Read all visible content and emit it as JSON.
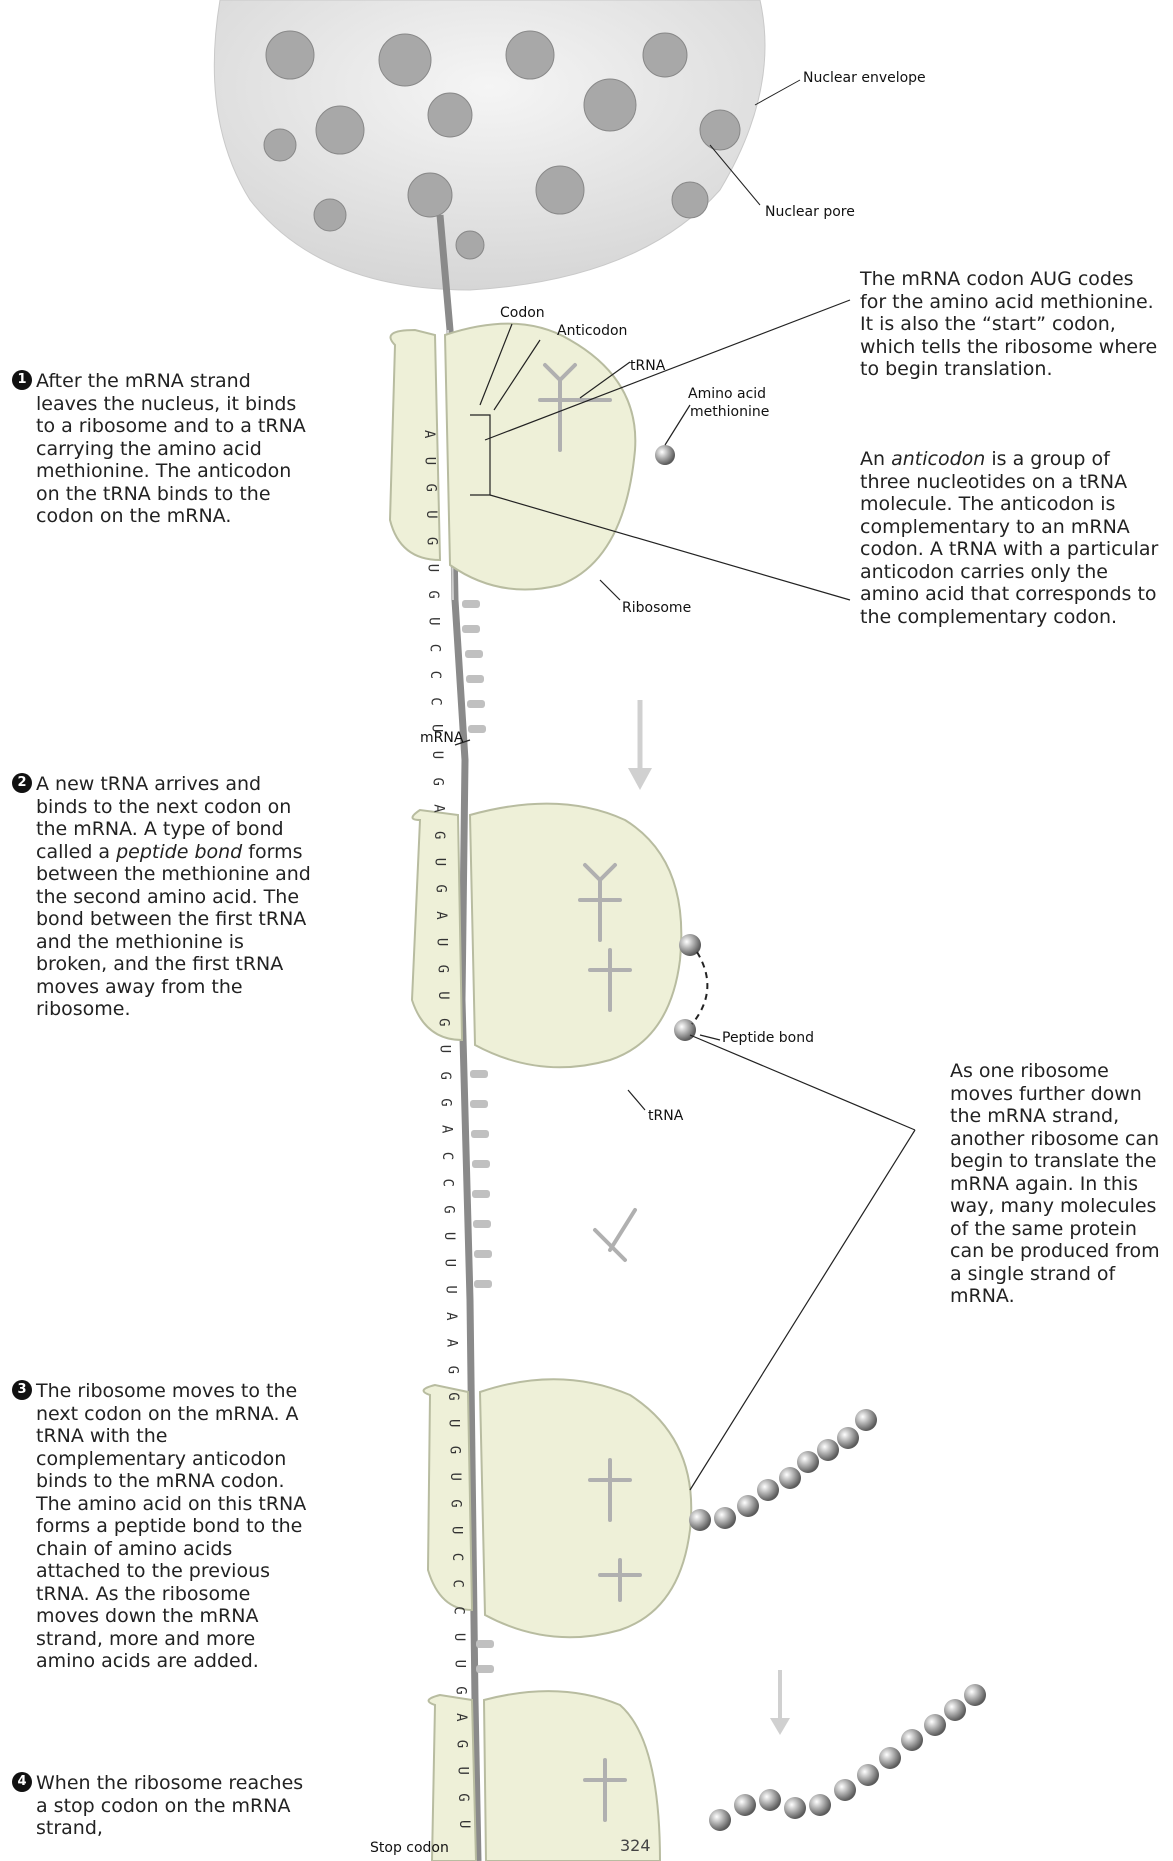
{
  "labels": {
    "nuclear_envelope": "Nuclear envelope",
    "nuclear_pore": "Nuclear pore",
    "codon": "Codon",
    "anticodon": "Anticodon",
    "trna_top": "tRNA",
    "amino_acid": "Amino acid",
    "methionine": "methionine",
    "ribosome": "Ribosome",
    "mrna": "mRNA",
    "peptide_bond": "Peptide bond",
    "trna_mid": "tRNA",
    "stop_codon": "Stop codon"
  },
  "steps": [
    {
      "num": "1",
      "text": "After the mRNA strand leaves the nucleus, it binds to a ribosome and to a tRNA carrying the amino acid methionine. The anticodon on the tRNA binds to the codon on the mRNA."
    },
    {
      "num": "2",
      "text_before": "A new tRNA arrives and binds to the next codon on the mRNA. A type of bond called a ",
      "em": "peptide bond",
      "text_after": " forms between the methionine and the second amino acid. The bond between the first tRNA and the methionine is broken, and the first tRNA moves away from the ribosome."
    },
    {
      "num": "3",
      "text": "The ribosome moves to the next codon on the mRNA. A tRNA with the complementary anticodon binds to the mRNA codon. The amino acid on this tRNA forms a peptide bond to the chain of amino acids attached to the previous tRNA. As the ribosome moves down the mRNA strand, more and more amino acids are added."
    },
    {
      "num": "4",
      "text": "When the ribosome reaches a stop codon on the mRNA strand,"
    }
  ],
  "notes": {
    "start_codon": "The mRNA codon AUG codes for the amino acid methionine. It is also the “start” codon, which tells the ribosome where to begin translation.",
    "anticodon_em": "anticodon",
    "anticodon_before": "An ",
    "anticodon_after": " is a group of three nucleotides on a tRNA molecule. The anticodon is complementary to an mRNA codon. A tRNA with a particular anticodon carries only the amino acid that corresponds to the complementary codon.",
    "many_ribosomes": "As one ribosome moves further down the mRNA strand, another ribosome can begin to translate the mRNA again. In this way, many molecules of the same protein can be produced from a single strand of mRNA."
  },
  "mrna_bases": "AUGUGUGUCCCUUGAGUGAUGUGUGGACCGUUUAAGGUGUGUCCCUUGAGUGU",
  "page_number": "324",
  "colors": {
    "ribosome_fill": "#eef0d8",
    "ribosome_stroke": "#b8bca0",
    "nucleus_fill": "#e9e9e9",
    "pore": "#9a9a9a",
    "trna": "#c8c8c8",
    "amino_acid": "#8a8a8a"
  }
}
